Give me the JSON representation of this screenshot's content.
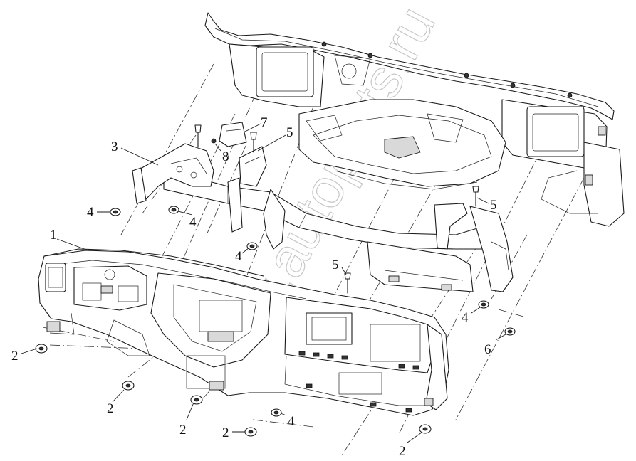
{
  "diagram": {
    "watermark": "www.autoparts.ru",
    "callouts": [
      {
        "id": "c1",
        "label": "1"
      },
      {
        "id": "c2a",
        "label": "2"
      },
      {
        "id": "c2b",
        "label": "2"
      },
      {
        "id": "c2c",
        "label": "2"
      },
      {
        "id": "c2d",
        "label": "2"
      },
      {
        "id": "c2e",
        "label": "2"
      },
      {
        "id": "c3",
        "label": "3"
      },
      {
        "id": "c4a",
        "label": "4"
      },
      {
        "id": "c4b",
        "label": "4"
      },
      {
        "id": "c4c",
        "label": "4"
      },
      {
        "id": "c4d",
        "label": "4"
      },
      {
        "id": "c4e",
        "label": "4"
      },
      {
        "id": "c5a",
        "label": "5"
      },
      {
        "id": "c5b",
        "label": "5"
      },
      {
        "id": "c5c",
        "label": "5"
      },
      {
        "id": "c6",
        "label": "6"
      },
      {
        "id": "c7",
        "label": "7"
      },
      {
        "id": "c8",
        "label": "8"
      }
    ]
  }
}
